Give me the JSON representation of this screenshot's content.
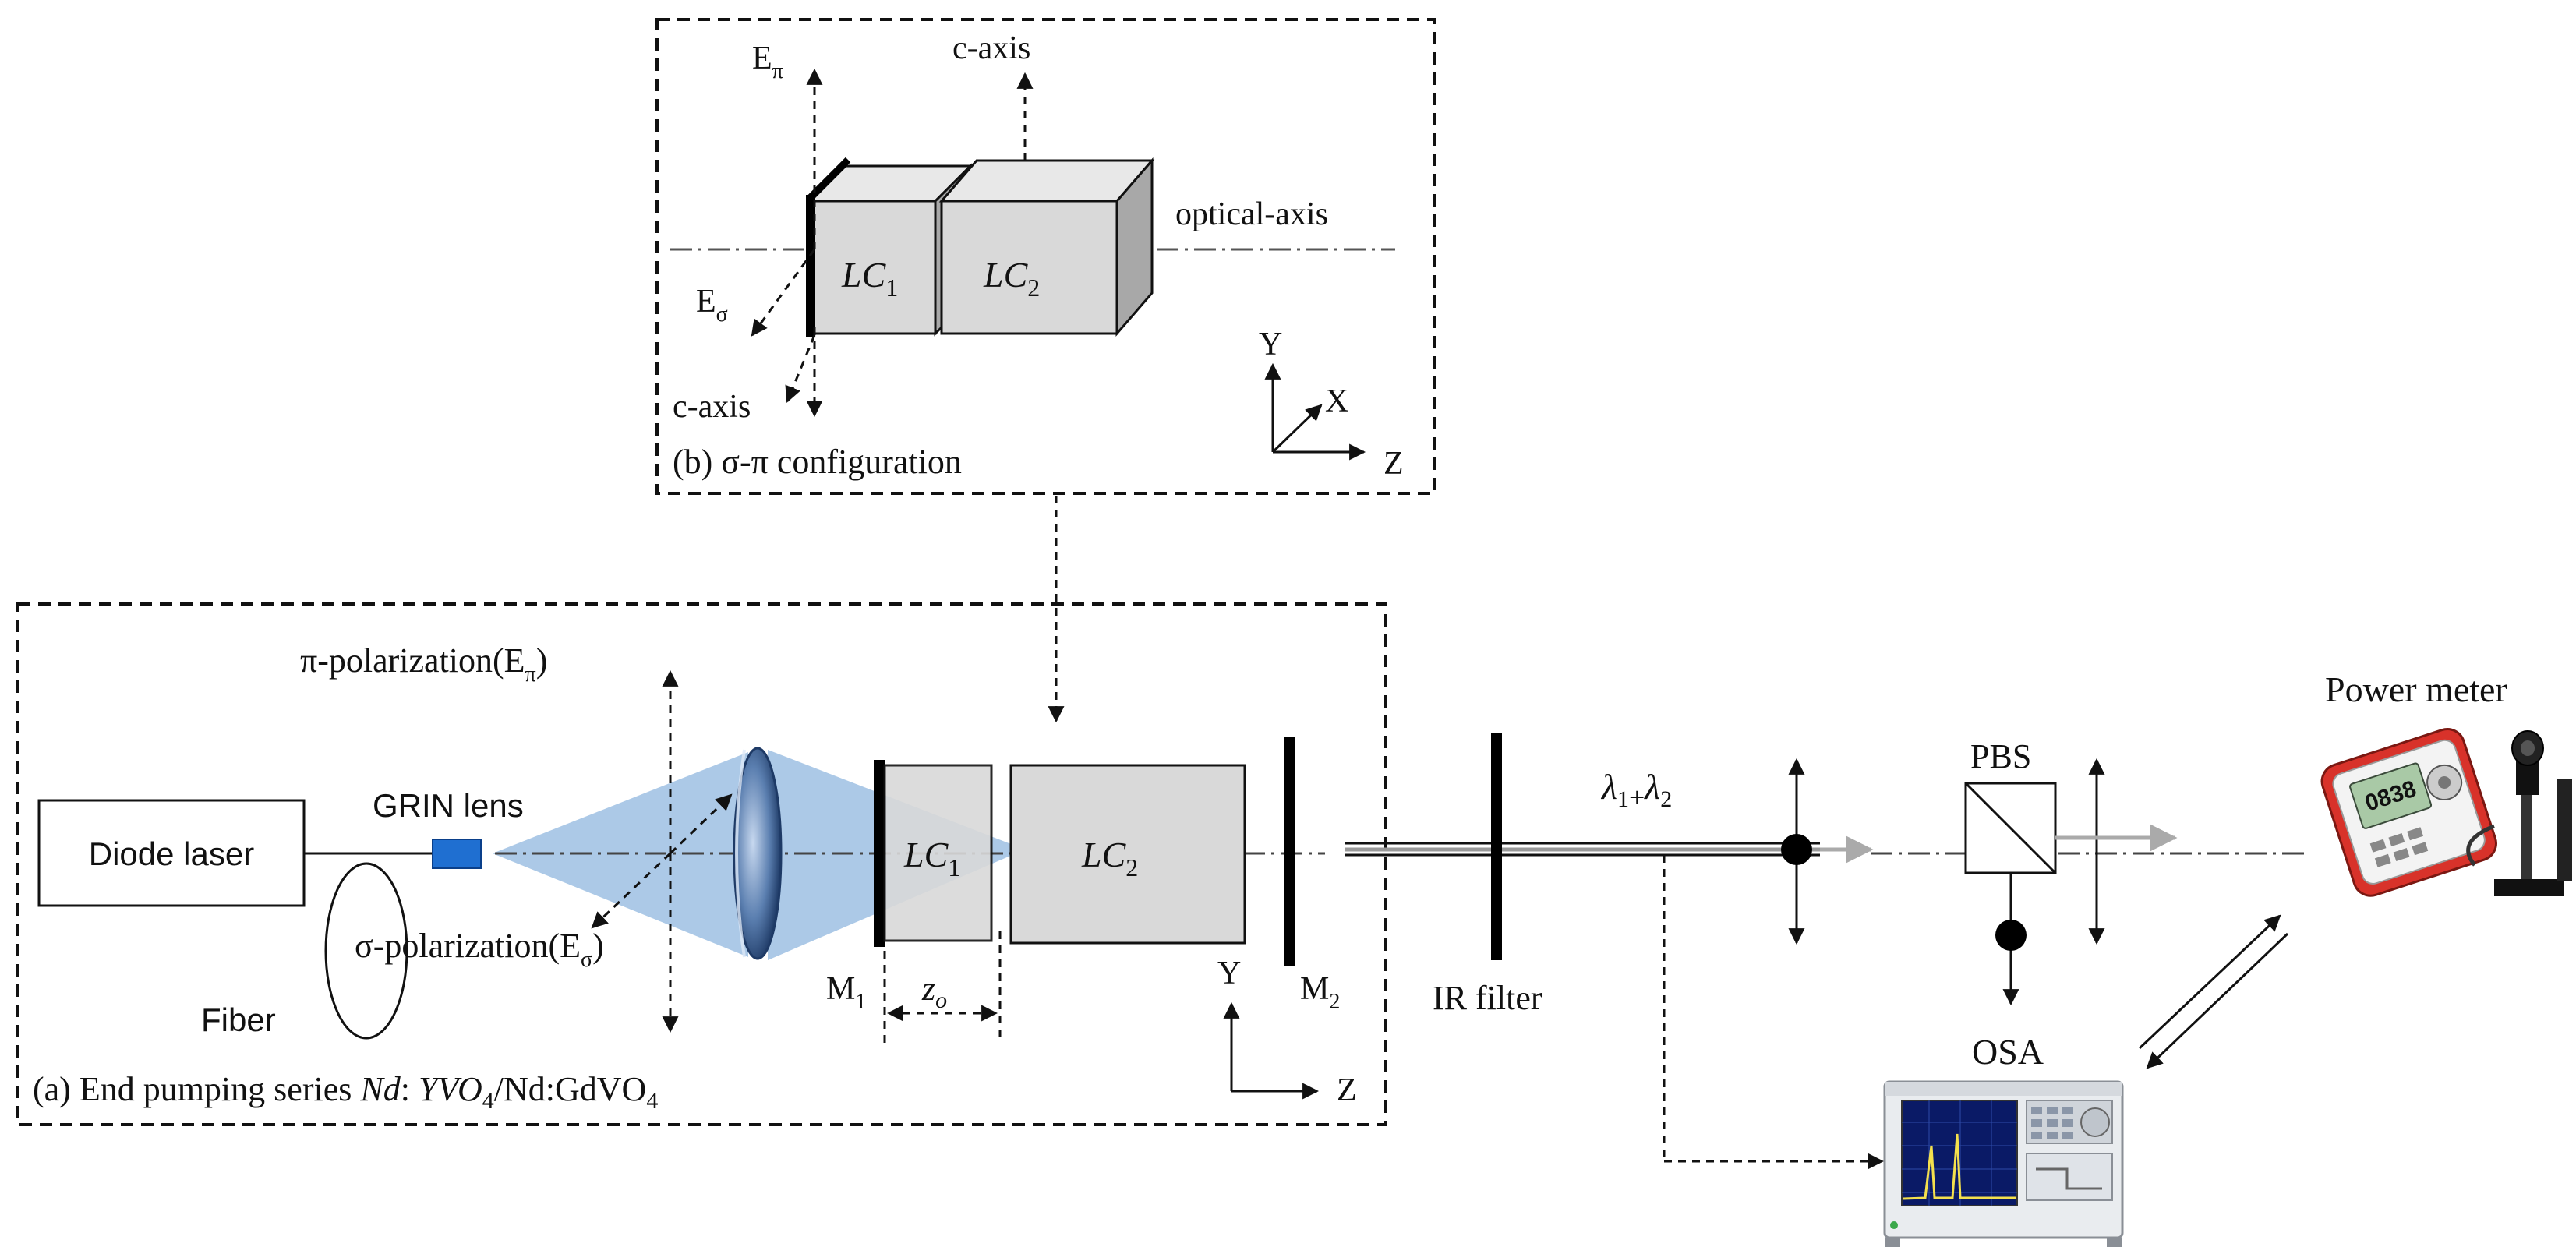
{
  "labels": {
    "panel_b_caption": "(b) σ-π configuration",
    "panel_a_caption_pre": "(a) End pumping series ",
    "panel_a_caption_nd": "Nd",
    "panel_a_caption_colon": ": ",
    "panel_a_caption_yvo": "YVO",
    "panel_a_caption_yvo_sub": "4",
    "panel_a_caption_slash": "/Nd:GdVO",
    "panel_a_caption_gd_sub": "4",
    "e_pi": "E",
    "e_pi_sub": "π",
    "e_sigma": "E",
    "e_sigma_sub": "σ",
    "c_axis_top": "c-axis",
    "c_axis_bottom": "c-axis",
    "optical_axis": "optical-axis",
    "lc_prefix": "LC",
    "lc1_sub": "1",
    "lc2_sub": "2",
    "axis_y": "Y",
    "axis_x": "X",
    "axis_z": "Z",
    "pi_polarization": "π-polarization(E",
    "pi_polarization_sub": "π",
    "pi_polarization_end": ")",
    "sigma_polarization": "σ-polarization(E",
    "sigma_polarization_sub": "σ",
    "sigma_polarization_end": ")",
    "diode_laser": "Diode laser",
    "grin_lens": "GRIN lens",
    "fiber": "Fiber",
    "mirror_prefix": "M",
    "m1_sub": "1",
    "m2_sub": "2",
    "z0": "z",
    "z0_sub": "o",
    "ir_filter": "IR filter",
    "lambda_1": "λ",
    "lambda_1_sub": "1",
    "lambda_plus": "+",
    "lambda_2": "λ",
    "lambda_2_sub": "2",
    "pbs": "PBS",
    "power_meter": "Power meter",
    "osa": "OSA",
    "pm_display": "0838"
  },
  "colors": {
    "beam": "#9dbfe3",
    "grin": "#1f6fd1",
    "lens": "#5b7fb0",
    "crystal_front": "#d9d9d9",
    "crystal_top": "#e8e8e8",
    "crystal_side": "#a8a8a8",
    "power_meter_body": "#d8322a",
    "osa_screen": "#0a1a66"
  }
}
